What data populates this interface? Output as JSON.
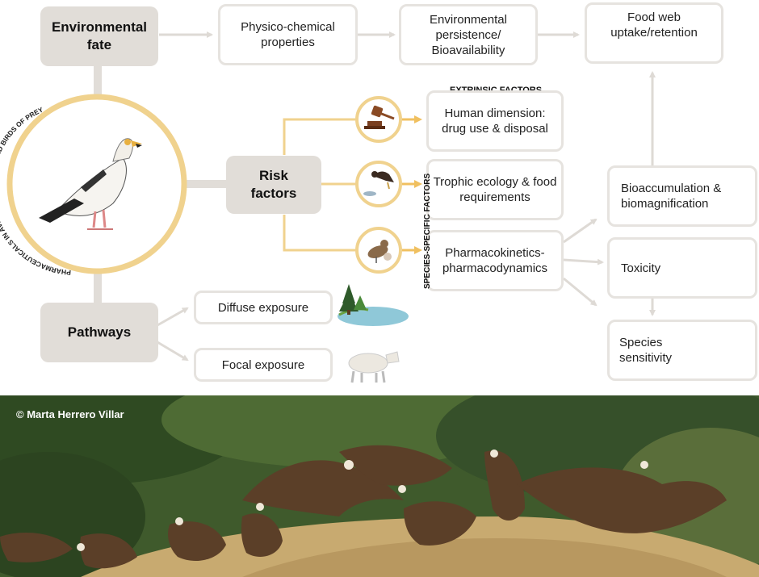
{
  "boxes": {
    "environmental_fate": "Environmental\nfate",
    "physico_chemical": "Physico-chemical\nproperties",
    "env_persistence": "Environmental\npersistence/\nBioavailability",
    "food_web": "Food web\nuptake/retention",
    "risk_factors": "Risk\nfactors",
    "human_dimension": "Human dimension:\ndrug use & disposal",
    "trophic_ecology": "Trophic ecology & food\nrequirements",
    "pharmacokinetics": "Pharmacokinetics-\npharmacodynamics",
    "bioaccumulation": "Bioaccumulation &\nbiomagnification",
    "toxicity": "Toxicity",
    "species_sensitivity": "Species\nsensitivity",
    "pathways": "Pathways",
    "diffuse_exposure": "Diffuse exposure",
    "focal_exposure": "Focal exposure"
  },
  "headers": {
    "extrinsic": "EXTRINSIC FACTORS",
    "species_specific": "SPECIES-SPECIFIC FACTORS"
  },
  "circle_label": "PHARMACEUTICALS IN AVIAN SCAVENGERS AND BIRDS OF PREY",
  "photo_credit": "© Marta Herrero Villar",
  "colors": {
    "box_border": "#e6e3df",
    "grey_box": "#e1ddd8",
    "accent_yellow": "#f0d28e",
    "arrow_grey": "#dedad5"
  },
  "icons": [
    "gavel-icon",
    "bird-eating-icon",
    "sick-bird-icon",
    "liver-icon",
    "skull-crossbones-icon",
    "vulture-icon",
    "trees-lake-icon",
    "cow-icon",
    "egyptian-vulture-illustration"
  ]
}
